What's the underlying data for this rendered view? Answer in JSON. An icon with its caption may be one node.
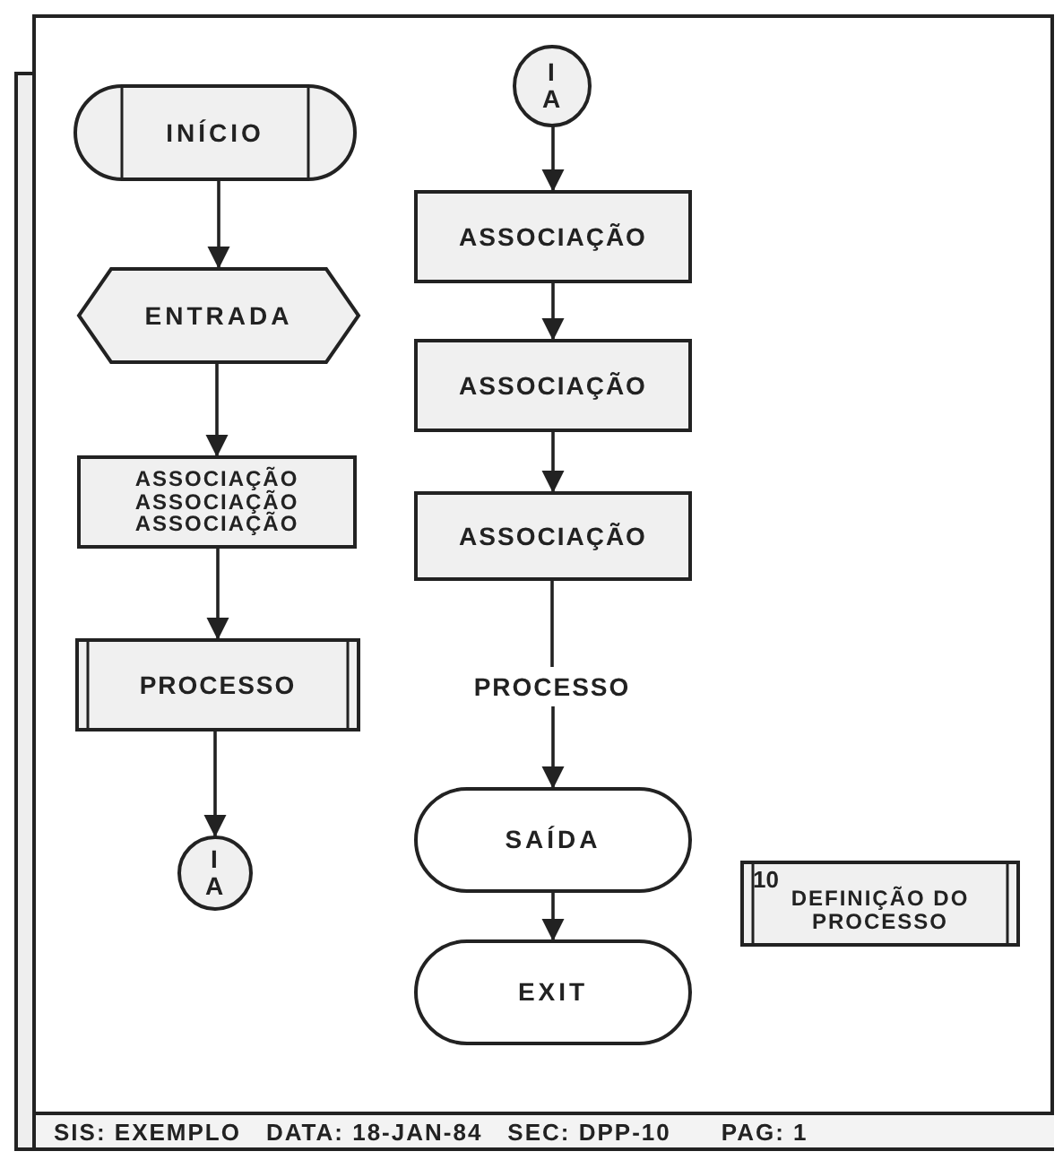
{
  "diagram": {
    "nodes": [
      {
        "text": [
          "INÍCIO"
        ]
      },
      {
        "text": [
          "ENTRADA"
        ]
      },
      {
        "text": [
          "ASSOCIAÇÃO ASSOCIAÇÃO ASSOCIAÇÃO"
        ]
      },
      {
        "text": [
          "PROCESSO"
        ]
      },
      {
        "text": [
          "I A"
        ]
      },
      {
        "text": [
          "I A"
        ]
      },
      {
        "text": [
          "ASSOCIAÇÃO"
        ]
      },
      {
        "text": [
          "ASSOCIAÇÃO"
        ]
      },
      {
        "text": [
          "ASSOCIAÇÃO"
        ]
      },
      {
        "text": [
          "PROCESSO"
        ]
      },
      {
        "text": [
          "SAÍDA"
        ]
      },
      {
        "text": [
          "EXIT"
        ]
      },
      {
        "text": [
          "10",
          "DEFINIÇÃO DO PROCESSO"
        ]
      }
    ],
    "edges": [
      {
        "from": 0,
        "to": 1,
        "arrow": "to"
      },
      {
        "from": 1,
        "to": 2,
        "arrow": "to"
      },
      {
        "from": 2,
        "to": 3,
        "arrow": "to"
      },
      {
        "from": 3,
        "to": 4,
        "arrow": "to"
      },
      {
        "from": 5,
        "to": 6,
        "arrow": "to"
      },
      {
        "from": 6,
        "to": 7,
        "arrow": "to"
      },
      {
        "from": 7,
        "to": 8,
        "arrow": "to"
      },
      {
        "from": 8,
        "to": 9,
        "arrow": "none"
      },
      {
        "from": 9,
        "to": 10,
        "arrow": "to"
      },
      {
        "from": 10,
        "to": 11,
        "arrow": "to"
      }
    ],
    "labels": [
      "SIS: EXEMPLO",
      "DATA: 18-JAN-84",
      "SEC: DPP-10",
      "PAG: 1"
    ]
  }
}
